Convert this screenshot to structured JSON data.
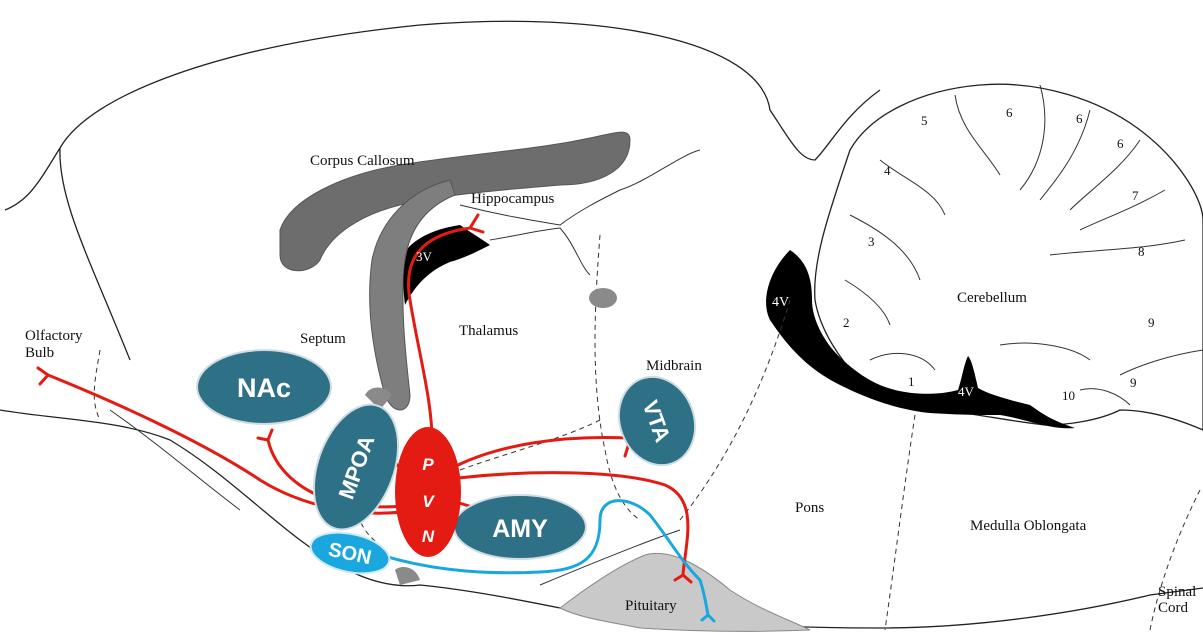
{
  "regions": {
    "corpus_callosum": "Corpus Callosum",
    "hippocampus": "Hippocampus",
    "septum": "Septum",
    "thalamus": "Thalamus",
    "midbrain": "Midbrain",
    "cerebellum": "Cerebellum",
    "pons": "Pons",
    "medulla": "Medulla Oblongata",
    "pituitary": "Pituitary",
    "olfactory_line1": "Olfactory",
    "olfactory_line2": "Bulb",
    "spinal_line1": "Spinal",
    "spinal_line2": "Cord"
  },
  "ventricles": {
    "third": "3V",
    "fourth_upper": "4V",
    "fourth_lower": "4V"
  },
  "nuclei": {
    "nac": "NAc",
    "mpoa": "MPOA",
    "pvn_p": "P",
    "pvn_v": "V",
    "pvn_n": "N",
    "amy": "AMY",
    "vta": "VTA",
    "son": "SON"
  },
  "lobules": [
    "1",
    "2",
    "3",
    "4",
    "5",
    "6",
    "6",
    "6",
    "7",
    "8",
    "9",
    "9",
    "10"
  ],
  "colors": {
    "oxytocin_projection": "#e41b13",
    "son_projection": "#1aa7e0",
    "nucleus_fill": "#2e7086",
    "corpus_callosum": "#6d6d6d",
    "ventricle": "#000000",
    "pituitary": "#c9c9c9"
  }
}
